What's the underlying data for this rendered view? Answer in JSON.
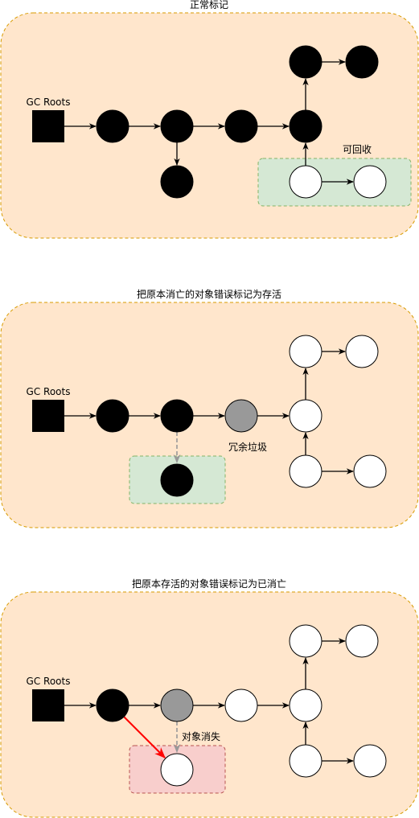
{
  "panels": [
    {
      "title": "正常标记",
      "roots_label": "GC Roots",
      "region_label": "可回收"
    },
    {
      "title": "把原本消亡的对象错误标记为存活",
      "roots_label": "GC Roots",
      "region_label": "冗余垃圾"
    },
    {
      "title": "把原本存活的对象错误标记为已消亡",
      "roots_label": "GC Roots",
      "region_label": "对象消失"
    }
  ],
  "colors": {
    "panel_fill": "#ffe6cc",
    "panel_border": "#d79b00",
    "green_fill": "#d5e8d4",
    "green_border": "#82b366",
    "red_fill": "#f8cecc",
    "red_border": "#b85450",
    "black": "#000000",
    "white": "#ffffff",
    "gray": "#999999",
    "dashed_gray": "#999999",
    "red_arrow": "#ff0000"
  }
}
